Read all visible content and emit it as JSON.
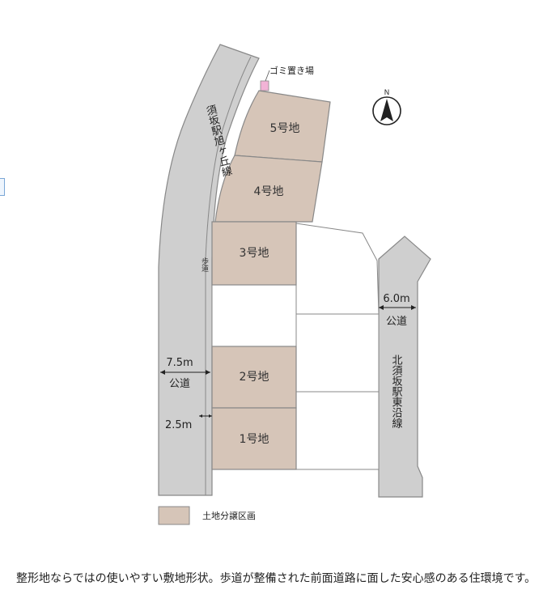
{
  "lots": [
    {
      "label": "5号地"
    },
    {
      "label": "4号地"
    },
    {
      "label": "3号地"
    },
    {
      "label": "2号地"
    },
    {
      "label": "1号地"
    }
  ],
  "roads": {
    "west_name": "須坂駅旭ヶ丘線",
    "west_width": "7.5m",
    "west_type": "公道",
    "sidewalk_label": "歩道",
    "sidewalk_width": "2.5m",
    "east_name": "北須坂駅東沿線",
    "east_width": "6.0m",
    "east_type": "公道"
  },
  "garbage_label": "ゴミ置き場",
  "north_label": "N",
  "legend": {
    "label": "土地分譲区画"
  },
  "colors": {
    "lot_fill": "#d6c5b8",
    "road_fill": "#cfcfcf",
    "garbage_fill": "#f2b3d6"
  },
  "caption": "整形地ならではの使いやすい敷地形状。歩道が整備された前面道路に面した安心感のある住環境です。"
}
